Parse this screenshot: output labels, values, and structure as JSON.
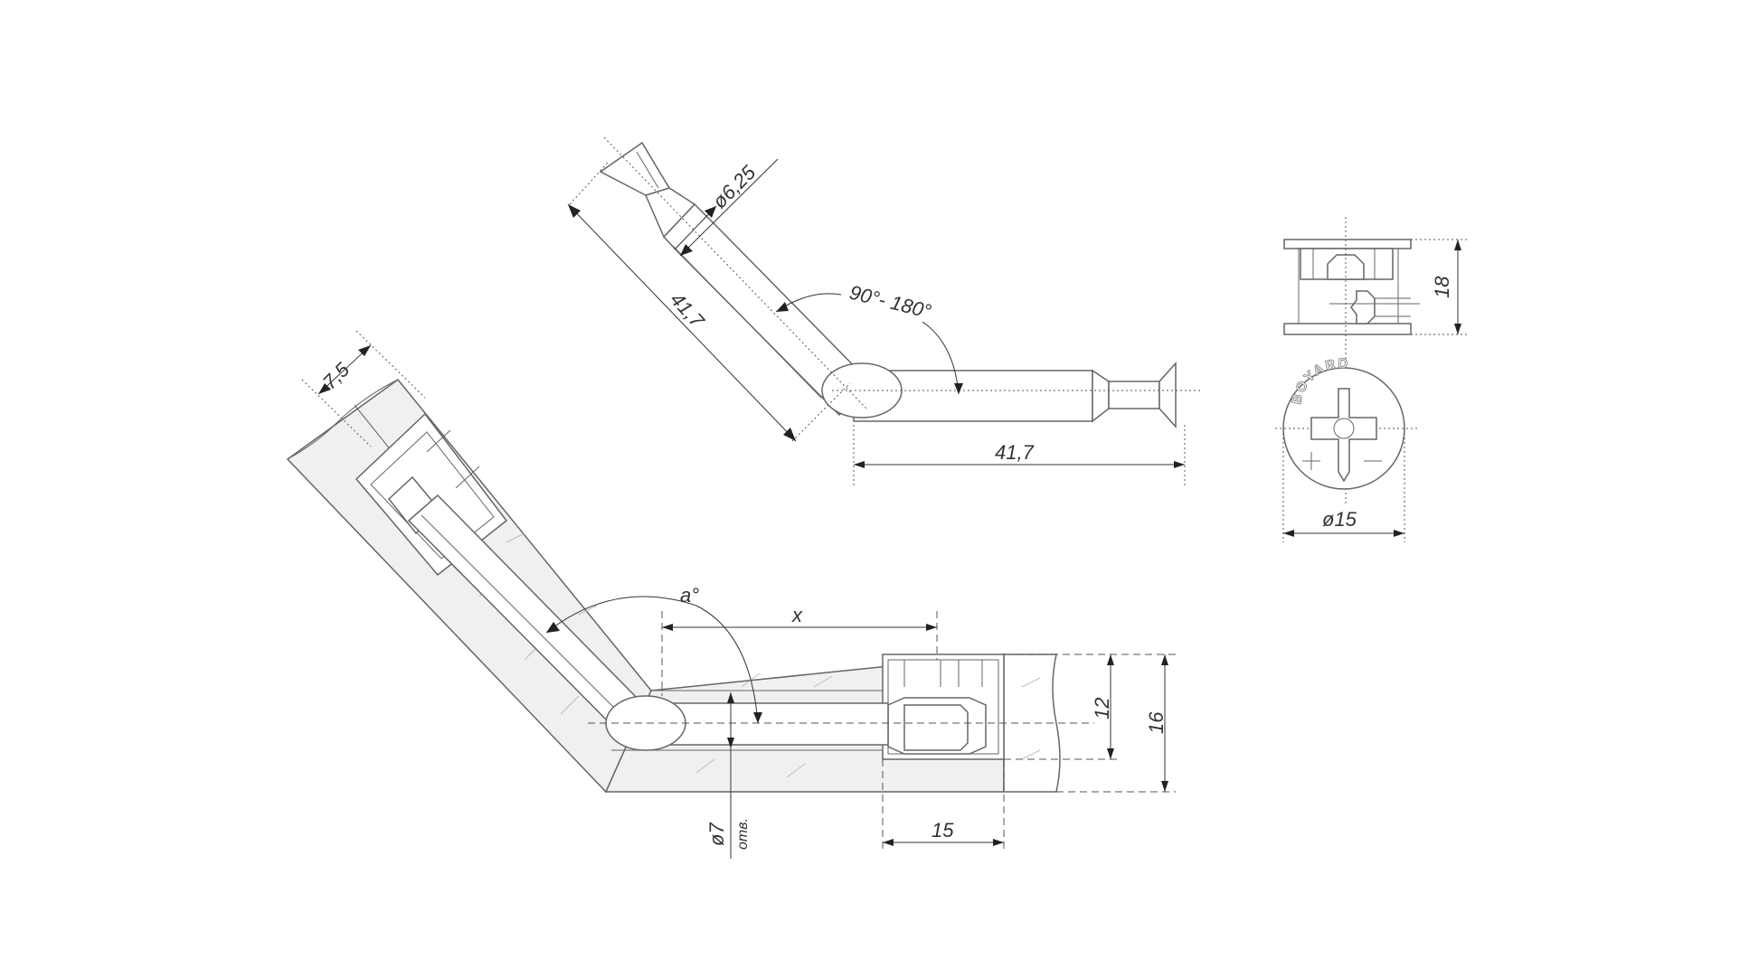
{
  "labels": {
    "dim_diameter_top": "ø6,25",
    "dim_angle_range": "90°- 180°",
    "dim_length_diag": "41,7",
    "dim_length_horiz": "41,7",
    "dim_height_side": "18",
    "dim_cam_diameter": "ø15",
    "dim_offset": "7,5",
    "dim_angle_symbol": "a°",
    "dim_distance_x": "x",
    "dim_inner_height": "12",
    "dim_panel_thickness": "16",
    "dim_hole_diameter": "ø7",
    "dim_hole_note": "отв.",
    "dim_cam_depth": "15",
    "brand_logo": "BOYARD"
  },
  "colors": {
    "stroke": "#666666",
    "panel_fill": "#f0f0f0",
    "text": "#333333"
  }
}
